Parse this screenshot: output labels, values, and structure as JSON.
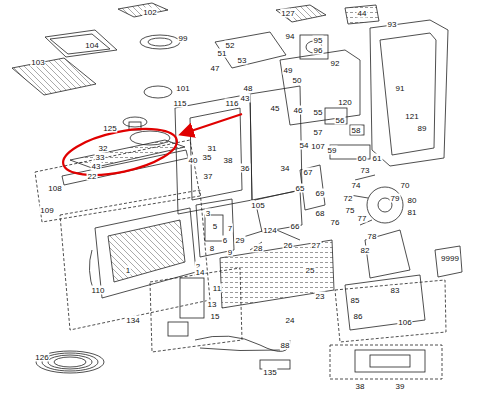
{
  "diagram": {
    "labels": [
      "102",
      "104",
      "99",
      "103",
      "101",
      "125",
      "32",
      "33",
      "43",
      "22",
      "108",
      "109",
      "115",
      "116",
      "43",
      "40",
      "35",
      "31",
      "37",
      "36",
      "38",
      "34",
      "45",
      "46",
      "127",
      "44",
      "93",
      "94",
      "95",
      "96",
      "52",
      "51",
      "53",
      "47",
      "49",
      "50",
      "48",
      "92",
      "91",
      "55",
      "120",
      "56",
      "58",
      "121",
      "89",
      "57",
      "54",
      "107",
      "59",
      "60",
      "61",
      "67",
      "65",
      "69",
      "68",
      "105",
      "66",
      "73",
      "74",
      "70",
      "79",
      "72",
      "75",
      "77",
      "76",
      "78",
      "80",
      "81",
      "3",
      "5",
      "6",
      "7",
      "8",
      "9",
      "1",
      "2",
      "110",
      "29",
      "124",
      "28",
      "26",
      "27",
      "25",
      "23",
      "24",
      "14",
      "11",
      "13",
      "15",
      "134",
      "88",
      "126",
      "135",
      "82",
      "9999",
      "83",
      "85",
      "86",
      "106",
      "38",
      "39"
    ]
  }
}
